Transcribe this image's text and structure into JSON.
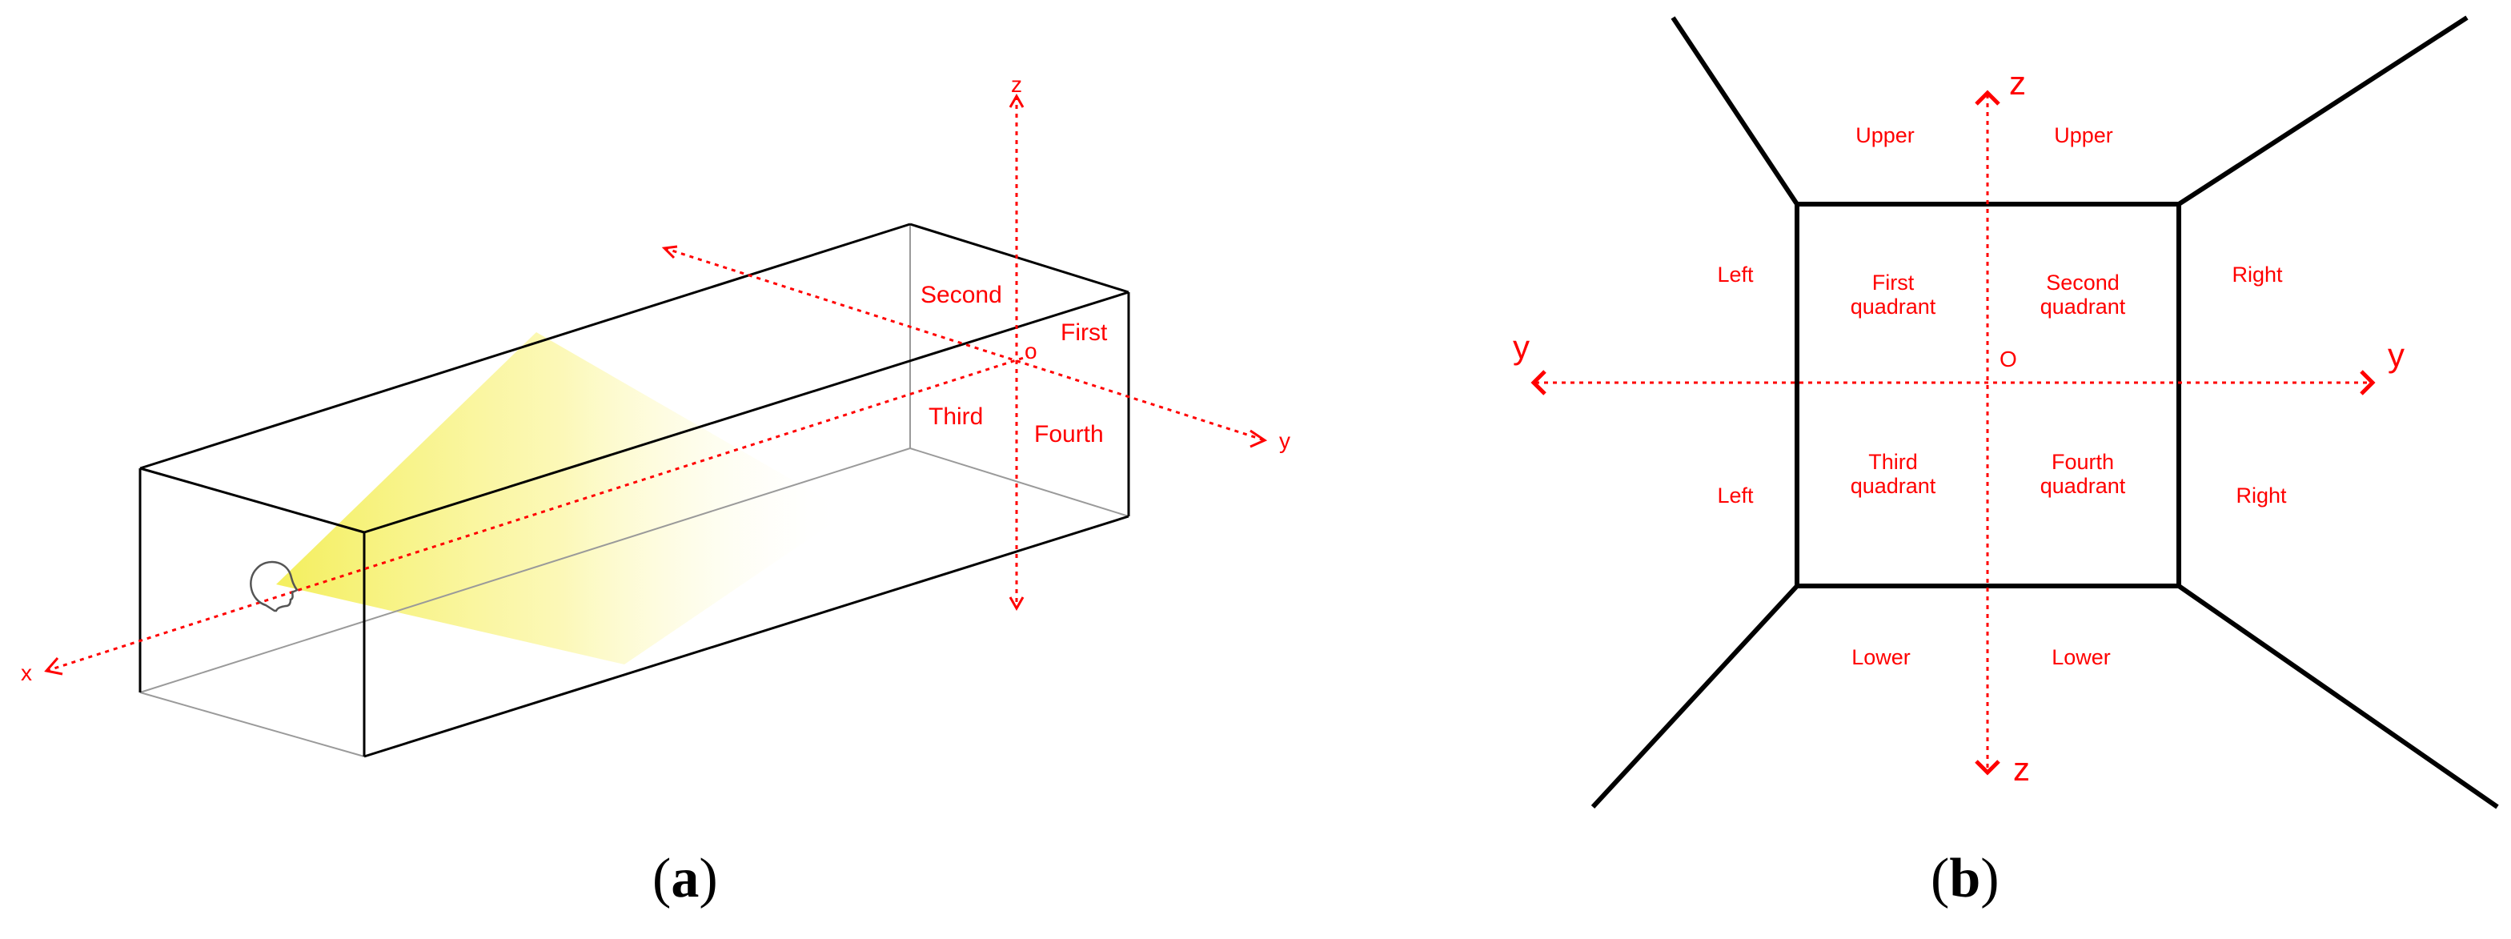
{
  "colors": {
    "accent": "#ff0000",
    "line": "#000000",
    "light": "#fff28a"
  },
  "panel_a": {
    "caption_open": "(",
    "caption_letter": "a",
    "caption_close": ")",
    "axis_x": "x",
    "axis_y": "y",
    "axis_z": "z",
    "origin": "o",
    "quadrants": {
      "first": "First",
      "second": "Second",
      "third": "Third",
      "fourth": "Fourth"
    }
  },
  "panel_b": {
    "caption_open": "(",
    "caption_letter": "b",
    "caption_close": ")",
    "axis_y_left": "y",
    "axis_y_right": "y",
    "axis_z_top": "z",
    "axis_z_bottom": "z",
    "origin": "O",
    "regions": {
      "upper_left": "Upper",
      "upper_right": "Upper",
      "left_top": "Left",
      "left_bottom": "Left",
      "right_top": "Right",
      "right_bottom": "Right",
      "lower_left": "Lower",
      "lower_right": "Lower"
    },
    "quadrants": {
      "first_1": "First",
      "first_2": "quadrant",
      "second_1": "Second",
      "second_2": "quadrant",
      "third_1": "Third",
      "third_2": "quadrant",
      "fourth_1": "Fourth",
      "fourth_2": "quadrant"
    }
  }
}
